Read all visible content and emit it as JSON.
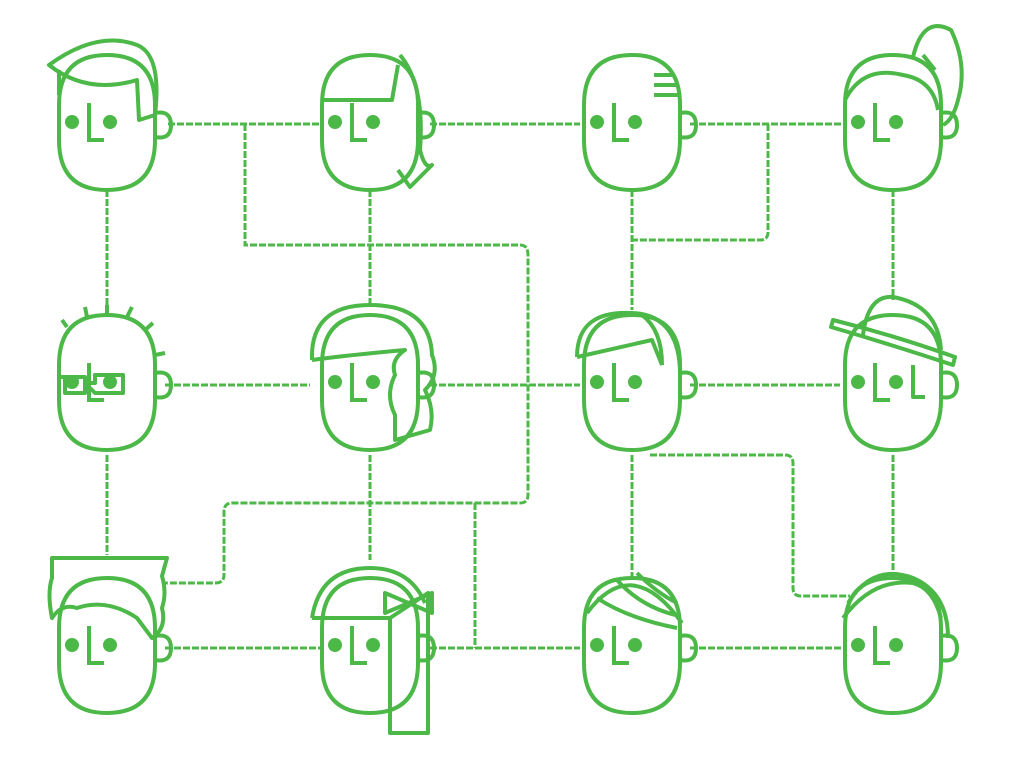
{
  "colors": {
    "stroke": "#4cb848",
    "background": "#ffffff"
  },
  "faces": [
    {
      "hair": "quiff"
    },
    {
      "hair": "long-bob"
    },
    {
      "hair": "bald-lines"
    },
    {
      "hair": "ponytail"
    },
    {
      "hair": "spiky-glasses"
    },
    {
      "hair": "wavy"
    },
    {
      "hair": "side-part"
    },
    {
      "hair": "bowler-hat"
    },
    {
      "hair": "messy"
    },
    {
      "hair": "bow-ribbon"
    },
    {
      "hair": "striped-cap"
    },
    {
      "hair": "swoop"
    }
  ]
}
